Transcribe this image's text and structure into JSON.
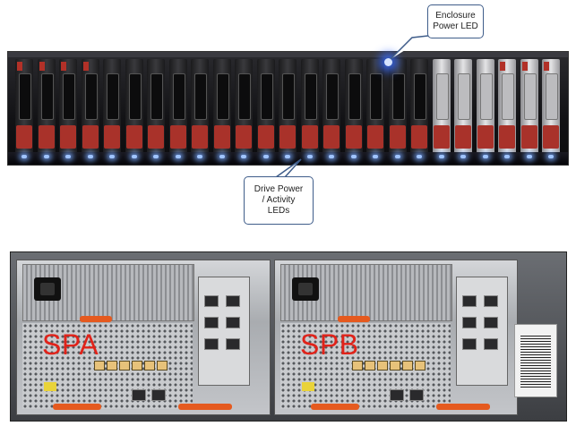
{
  "callouts": {
    "enclosure_power_led": [
      "Enclosure",
      "Power LED"
    ],
    "drive_leds": [
      "Drive Power",
      "/ Activity",
      "LEDs"
    ]
  },
  "storage_processors": {
    "a": "SPA",
    "b": "SPB"
  },
  "colors": {
    "callout_border": "#3f5d8a",
    "sp_label": "#e0231a",
    "led_blue": "#9fc4ff",
    "drive_latch": "#a9322a",
    "rear_handle": "#e55a1f"
  }
}
